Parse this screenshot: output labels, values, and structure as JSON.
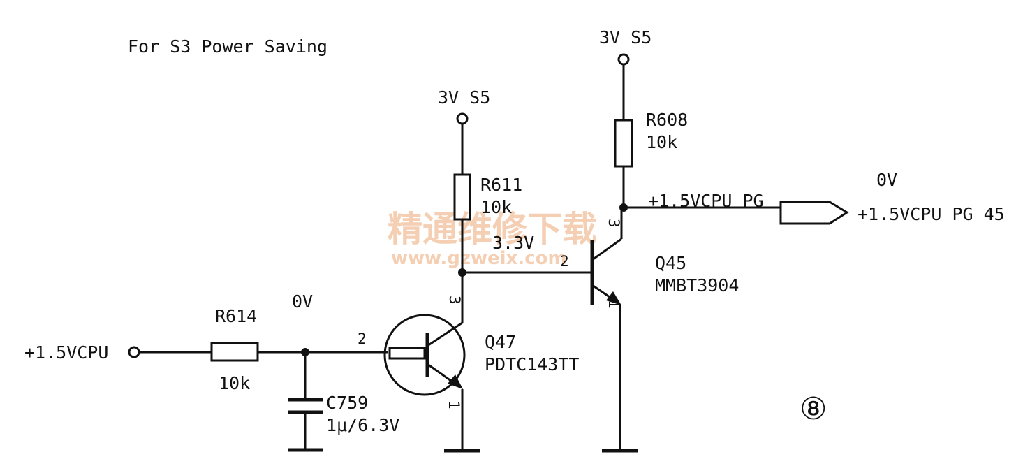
{
  "title": "For S3 Power Saving",
  "circle_number": "⑧",
  "watermark": {
    "cn": "精通维修下载",
    "url": "www.gzweix.com"
  },
  "nets": {
    "input": "+1.5VCPU",
    "supply_left": "3V S5",
    "supply_right": "3V S5",
    "pg_net": "+1.5VCPU PG",
    "pg_out": "+1.5VCPU PG 45"
  },
  "voltages": {
    "node_r614": "0V",
    "node_q47_collector": "3.3V",
    "node_pg": "0V"
  },
  "components": {
    "r614": {
      "ref": "R614",
      "value": "10k"
    },
    "r611": {
      "ref": "R611",
      "value": "10k"
    },
    "r608": {
      "ref": "R608",
      "value": "10k"
    },
    "c759": {
      "ref": "C759",
      "value": "1μ/6.3V"
    },
    "q47": {
      "ref": "Q47",
      "part": "PDTC143TT"
    },
    "q45": {
      "ref": "Q45",
      "part": "MMBT3904"
    }
  },
  "pins": {
    "q47_base": "2",
    "q47_collector": "3",
    "q47_emitter": "1",
    "q45_base": "2",
    "q45_collector": "3",
    "q45_emitter": "1"
  }
}
